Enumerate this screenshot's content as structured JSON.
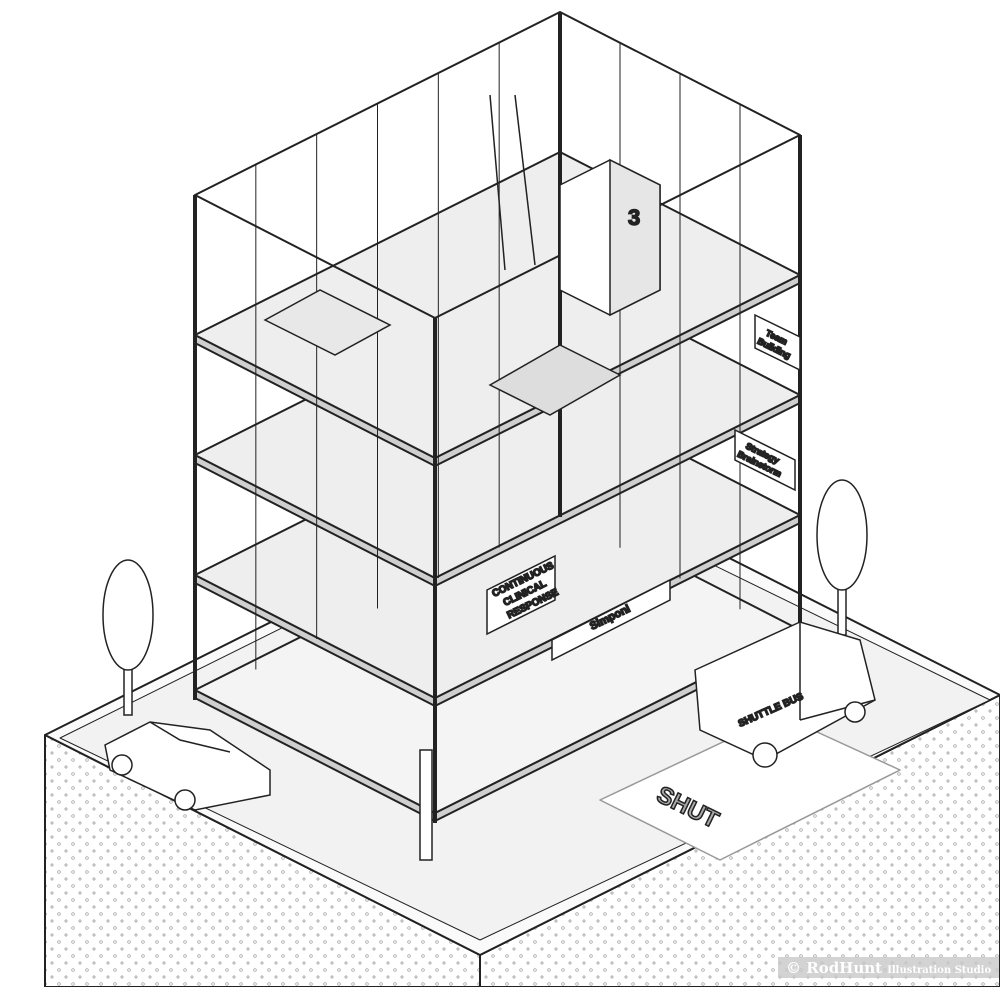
{
  "illustration": {
    "signs": {
      "team_building": [
        "Team",
        "Building"
      ],
      "strategy_brainstorm": [
        "Strategy",
        "Brainstorm"
      ],
      "continuous": [
        "CONTINUOUS",
        "CLINICAL",
        "RESPONSE"
      ],
      "brand": "Simponi",
      "shuttle_bus": "SHUTTLE BUS",
      "road_marking": "SHUT",
      "elevator_number": "3"
    },
    "watermark": {
      "brand": "© RodHunt",
      "suffix": "Illustration Studio"
    },
    "colors": {
      "line": "#222222",
      "floor": "#eeeeee",
      "ground": "#fafafa"
    }
  }
}
